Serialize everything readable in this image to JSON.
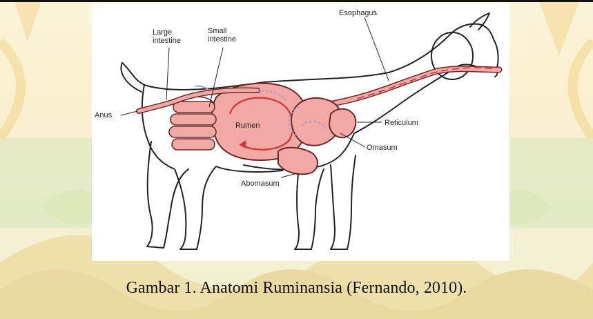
{
  "figure": {
    "labels": {
      "large_intestine_line1": "Large",
      "large_intestine_line2": "intestine",
      "small_intestine_line1": "Small",
      "small_intestine_line2": "intestine",
      "esophagus": "Esophagus",
      "anus": "Anus",
      "rumen": "Rumen",
      "reticulum": "Reticulum",
      "omasum": "Omasum",
      "abomasum": "Abomasum"
    },
    "colors": {
      "organ_fill": "#f2a9a5",
      "organ_stroke": "#6b2a2a",
      "flow_arrow": "#d8322d",
      "small_intestine_path": "#a59ad6",
      "outline": "#222222"
    }
  },
  "caption": "Gambar 1. Anatomi Ruminansia (Fernando, 2010).",
  "watermark": {
    "colors": {
      "gold": "#f1d58a",
      "green": "#cfe3a9"
    }
  }
}
